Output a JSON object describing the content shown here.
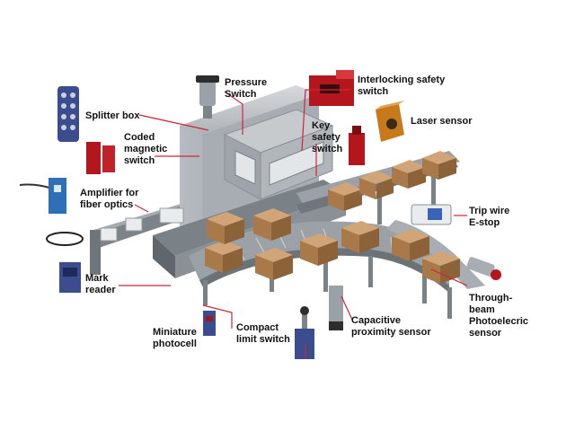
{
  "colors": {
    "leader": "#d0243a",
    "machine_body": "#9aa1a8",
    "machine_dark": "#6f767d",
    "conveyor_rail": "#8a9096",
    "roller": "#b9bec3",
    "box": "#b98a5c",
    "box_dark": "#8c6239",
    "device_blue": "#3b4d8c",
    "device_red": "#b3171d",
    "device_orange": "#c8791c"
  },
  "labels": {
    "splitter_box": "Splitter box",
    "coded_magnetic_switch": "Coded\nmagnetic\nswitch",
    "pressure_switch": "Pressure\nSwitch",
    "interlocking_safety_switch": "Interlocking safety\nswitch",
    "key_safety_switch": "Key\nsafety\nswitch",
    "laser_sensor": "Laser sensor",
    "amplifier_fiber_optics": "Amplifier for\nfiber optics",
    "trip_wire_estop": "Trip wire\nE-stop",
    "mark_reader": "Mark\nreader",
    "through_beam": "Through-\nbeam\nPhotoelecric\nsensor",
    "miniature_photocell": "Miniature\nphotocell",
    "compact_limit_switch": "Compact\nlimit switch",
    "capacitive_proximity_sensor": "Capacitive\nproximity sensor"
  }
}
